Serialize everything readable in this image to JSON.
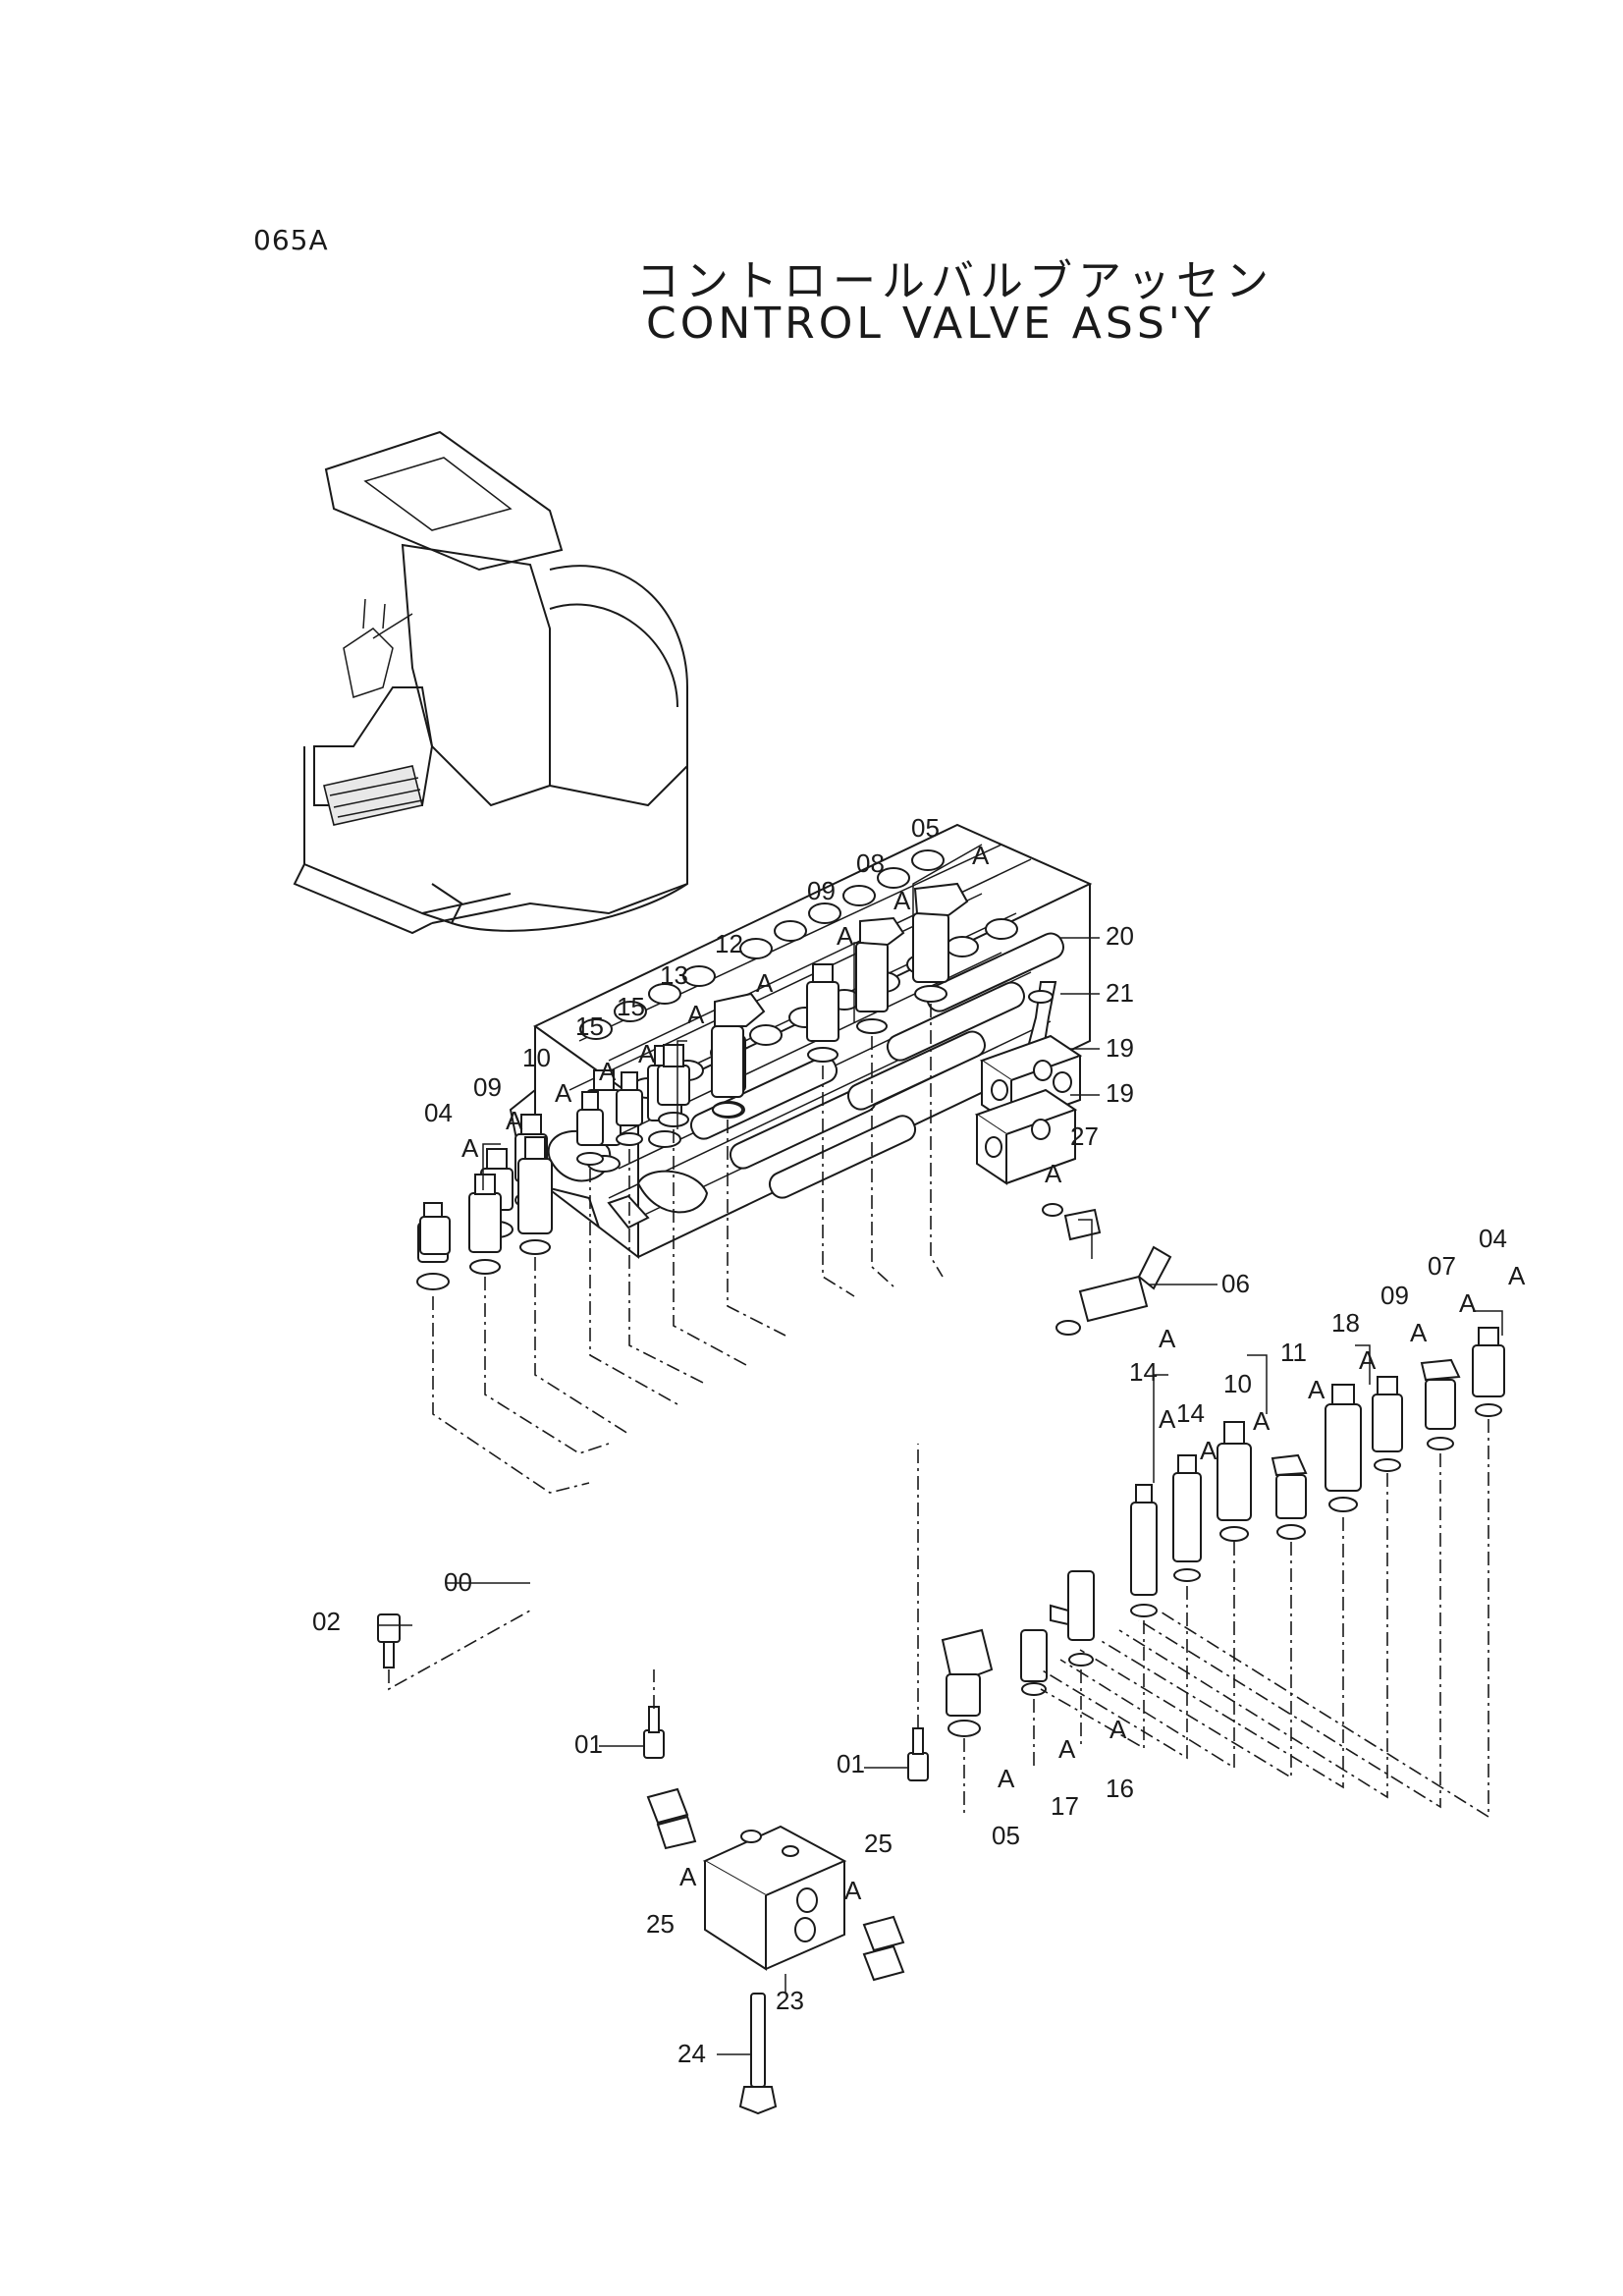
{
  "header": {
    "page_code": "065A",
    "title_jp": "コントロールバルブアッセン",
    "title_en": "CONTROL VALVE ASS'Y"
  },
  "callouts": {
    "p00": "00",
    "p01a": "01",
    "p01b": "01",
    "p02": "02",
    "p04a": "04",
    "p04b": "04",
    "p05a": "05",
    "p05b": "05",
    "p06": "06",
    "p07": "07",
    "p08": "08",
    "p09a": "09",
    "p09b": "09",
    "p09c": "09",
    "p10a": "10",
    "p10b": "10",
    "p11": "11",
    "p12": "12",
    "p13": "13",
    "p14a": "14",
    "p14b": "14",
    "p15a": "15",
    "p15b": "15",
    "p16": "16",
    "p17": "17",
    "p18": "18",
    "p19a": "19",
    "p19b": "19",
    "p20": "20",
    "p21": "21",
    "p23": "23",
    "p24": "24",
    "p25a": "25",
    "p25b": "25",
    "p27": "27",
    "A": "A"
  }
}
